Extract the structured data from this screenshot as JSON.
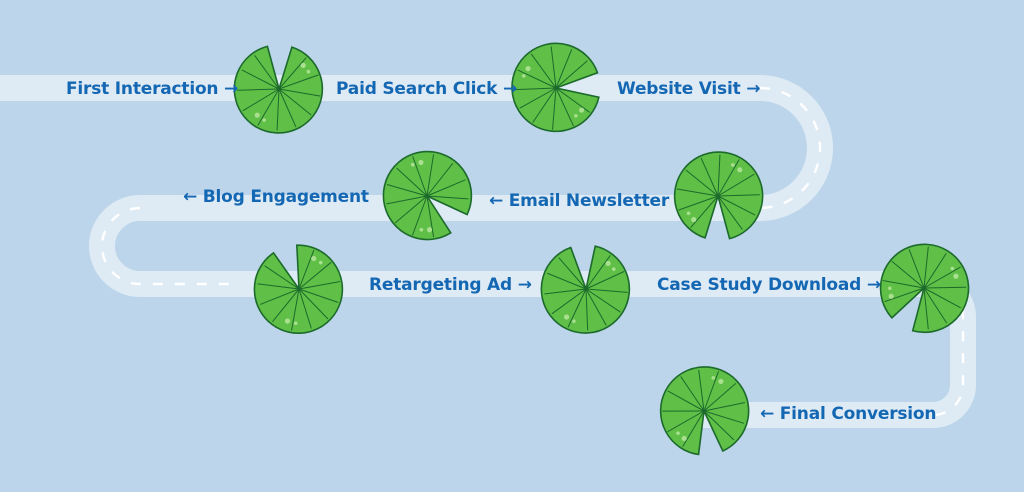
{
  "diagram": {
    "steps": [
      {
        "label": "First Interaction →"
      },
      {
        "label": "Paid Search Click →"
      },
      {
        "label": "Website Visit →"
      },
      {
        "label": "← Email Newsletter"
      },
      {
        "label": "← Blog Engagement"
      },
      {
        "label": "Retargeting Ad →"
      },
      {
        "label": "Case Study Download →"
      },
      {
        "label": "← Final Conversion"
      }
    ],
    "colors": {
      "background": "#bcd5ea",
      "path": "#deebf5",
      "lily_pad": "#5fbf46",
      "lily_pad_outline": "#1c6a2c",
      "label_text": "#1467b3"
    }
  }
}
